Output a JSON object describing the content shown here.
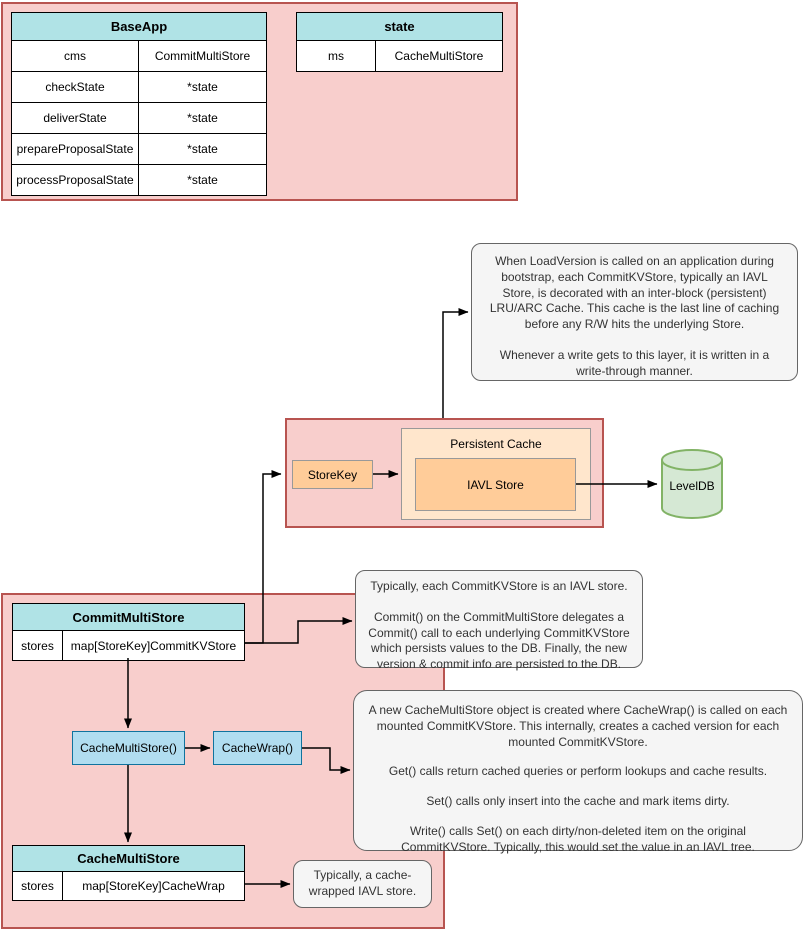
{
  "tables": {
    "baseapp": {
      "title": "BaseApp",
      "rows": [
        [
          "cms",
          "CommitMultiStore"
        ],
        [
          "checkState",
          "*state"
        ],
        [
          "deliverState",
          "*state"
        ],
        [
          "prepareProposalState",
          "*state"
        ],
        [
          "processProposalState",
          "*state"
        ]
      ]
    },
    "state": {
      "title": "state",
      "rows": [
        [
          "ms",
          "CacheMultiStore"
        ]
      ]
    },
    "commit_multi_store": {
      "title": "CommitMultiStore",
      "rows": [
        [
          "stores",
          "map[StoreKey]CommitKVStore"
        ]
      ]
    },
    "cache_multi_store": {
      "title": "CacheMultiStore",
      "rows": [
        [
          "stores",
          "map[StoreKey]CacheWrap"
        ]
      ]
    }
  },
  "boxes": {
    "store_key": "StoreKey",
    "persistent_cache": "Persistent Cache",
    "iavl_store": "IAVL Store",
    "leveldb": "LevelDB",
    "cache_multi_store_fn": "CacheMultiStore()",
    "cache_wrap_fn": "CacheWrap()"
  },
  "notes": {
    "load_version": {
      "para1": "When LoadVersion is called on an application during bootstrap, each CommitKVStore, typically an IAVL Store, is decorated with an inter-block (persistent) LRU/ARC Cache. This cache is the last line of caching before any R/W hits the underlying Store.",
      "para2": "Whenever a write gets to this layer, it is written in a write-through manner."
    },
    "commit": {
      "para1": "Typically, each CommitKVStore is an IAVL store.",
      "para2": "Commit() on the CommitMultiStore delegates a Commit() call to each underlying CommitKVStore which persists values to the DB. Finally, the new version & commit info are persisted to the DB."
    },
    "cache_wrap": {
      "para1": "A new CacheMultiStore object is created where CacheWrap() is called on each mounted CommitKVStore. This internally, creates a cached version for each mounted CommitKVStore.",
      "para2": "Get() calls return cached queries or perform lookups and cache results.",
      "para3": "Set() calls only insert into the cache and mark items dirty.",
      "para4": "Write() calls Set() on each dirty/non-deleted item on the original CommitKVStore. Typically, this would set the value in an IAVL tree."
    },
    "cache_wrapped": {
      "para1": "Typically, a cache-wrapped IAVL store."
    }
  },
  "colors": {
    "group_fill": "#f8cecc",
    "group_border": "#b85450",
    "table_header_fill": "#b0e3e6",
    "orange_fill": "#ffcc99",
    "light_orange_fill": "#ffe6cc",
    "blue_fill": "#b1ddf0",
    "blue_border": "#10739e",
    "green_fill": "#d5e8d4",
    "green_border": "#82b366",
    "note_fill": "#f5f5f5",
    "note_border": "#666666"
  }
}
